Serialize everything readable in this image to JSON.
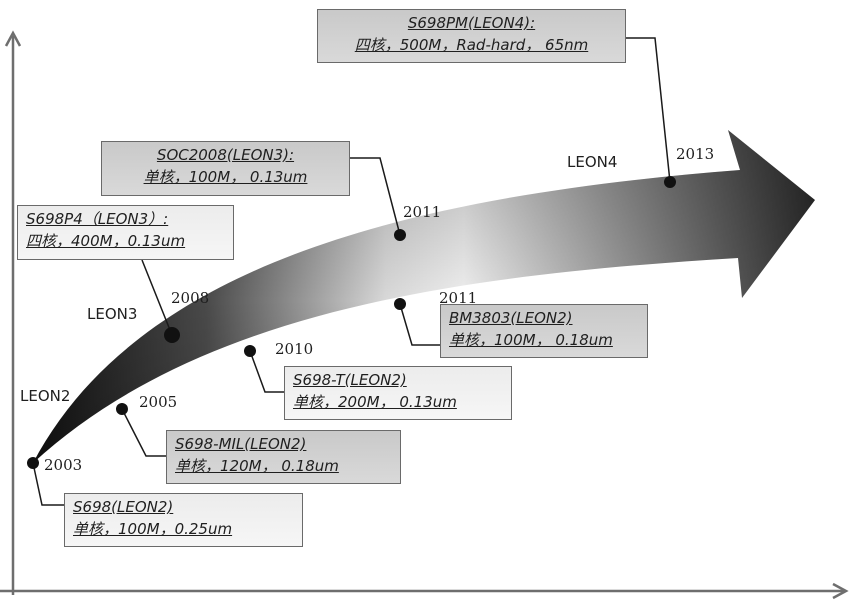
{
  "leon_labels": {
    "leon2": "LEON2",
    "leon3": "LEON3",
    "leon4": "LEON4"
  },
  "milestones": [
    {
      "id": "s698",
      "year": "2003",
      "name": "S698(LEON2)",
      "spec": "单核，100M，0.25um"
    },
    {
      "id": "s698mil",
      "year": "2005",
      "name": "S698-MIL(LEON2)",
      "spec": "单核，120M， 0.18um"
    },
    {
      "id": "s698p4",
      "year": "2008",
      "name": "S698P4（LEON3）:",
      "spec": "四核，400M，0.13um"
    },
    {
      "id": "s698t",
      "year": "2010",
      "name": "S698-T(LEON2)",
      "spec": "单核，200M，  0.13um"
    },
    {
      "id": "soc2008",
      "year": "2011",
      "name": "SOC2008(LEON3):",
      "spec": "单核，100M， 0.13um"
    },
    {
      "id": "bm3803",
      "year": "2011",
      "name": "BM3803(LEON2)",
      "spec": "单核，100M， 0.18um"
    },
    {
      "id": "s698pm",
      "year": "2013",
      "name": "S698PM(LEON4):",
      "spec": "四核，500M，Rad-hard， 65nm"
    }
  ],
  "colors": {
    "arrow_dark": "#1a1a1a",
    "arrow_light": "#ffffff",
    "axis": "#6e6e6e",
    "box_dark": "#cfcfcf",
    "box_light": "#f0f0f0"
  }
}
